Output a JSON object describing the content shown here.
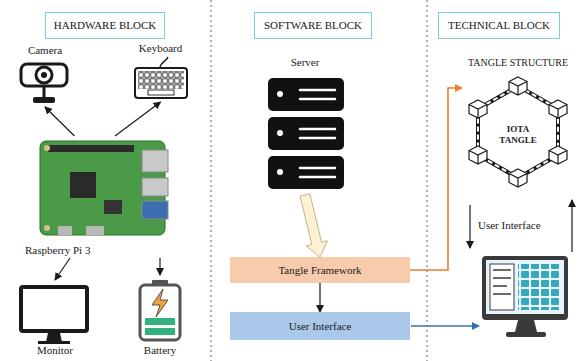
{
  "diagram": {
    "nodes": [
      {
        "text": [
          "HARDWARE BLOCK"
        ]
      },
      {
        "text": [
          "SOFTWARE BLOCK"
        ]
      },
      {
        "text": [
          "TECHNICAL BLOCK"
        ]
      },
      {
        "text": [
          "Camera"
        ]
      },
      {
        "text": [
          "Keyboard"
        ]
      },
      {
        "text": [
          "Raspberry Pi 3"
        ]
      },
      {
        "text": [
          "Monitor"
        ]
      },
      {
        "text": [
          "Battery"
        ]
      },
      {
        "text": [
          "Server"
        ]
      },
      {
        "text": [
          "Tangle Framework"
        ]
      },
      {
        "text": [
          "User Interface"
        ]
      },
      {
        "text": [
          "TANGLE STRUCTURE",
          "IOTA TANGLE"
        ]
      }
    ],
    "edges": [
      {
        "from": 5,
        "to": 3,
        "arrow": "to"
      },
      {
        "from": 5,
        "to": 4,
        "arrow": "to"
      },
      {
        "from": 5,
        "to": 6,
        "arrow": "to"
      },
      {
        "from": 5,
        "to": 7,
        "arrow": "to"
      },
      {
        "from": 8,
        "to": 9,
        "arrow": "to"
      },
      {
        "from": 9,
        "to": 10,
        "arrow": "to"
      },
      {
        "from": 9,
        "to": 11,
        "arrow": "to"
      }
    ],
    "labels": [
      "User Interface"
    ]
  }
}
